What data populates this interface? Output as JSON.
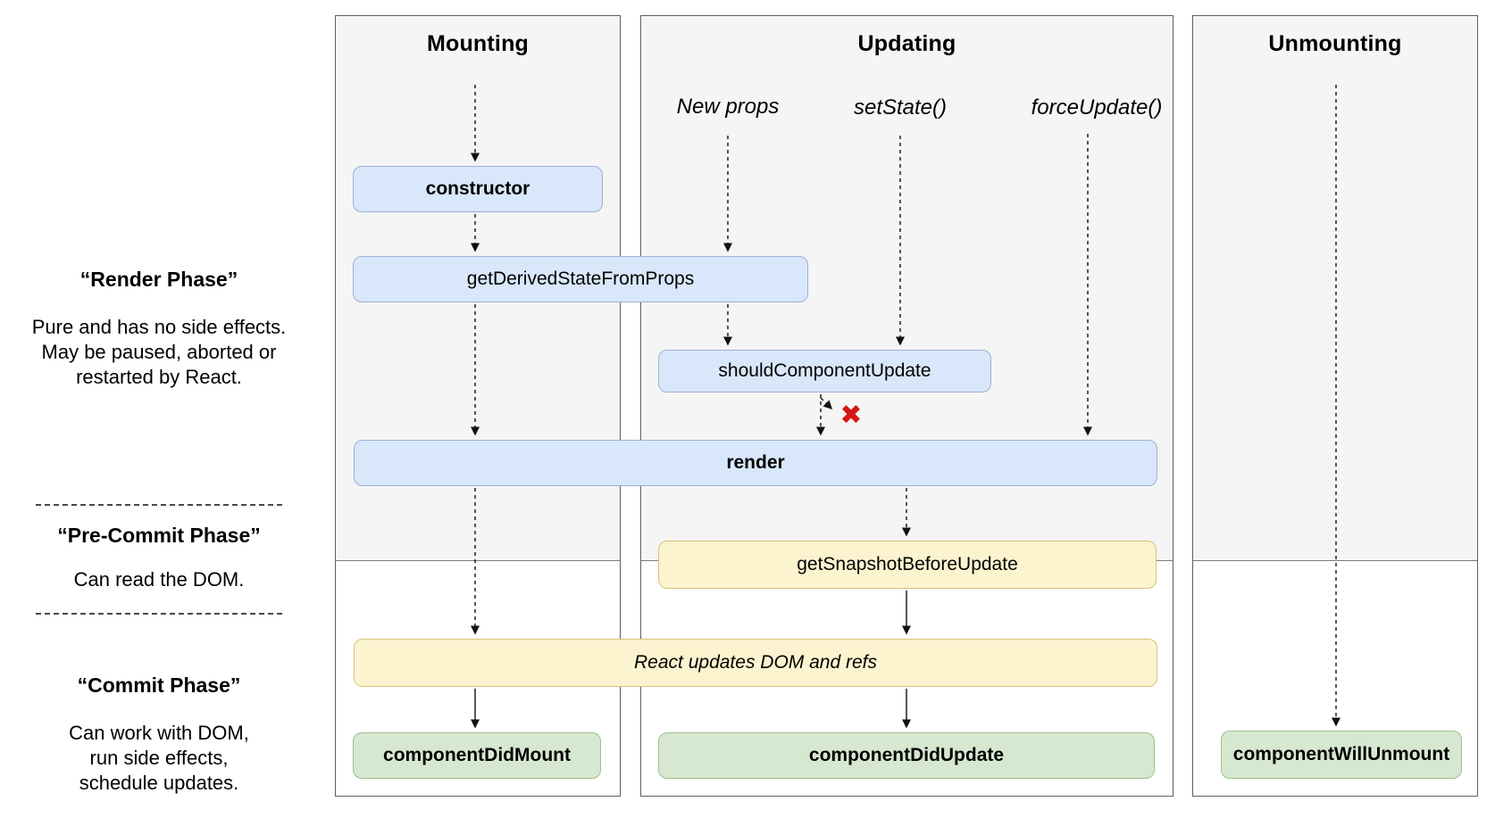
{
  "columns": {
    "mounting": "Mounting",
    "updating": "Updating",
    "unmounting": "Unmounting"
  },
  "triggers": {
    "new_props": "New props",
    "set_state": "setState()",
    "force_update": "forceUpdate()"
  },
  "nodes": {
    "ctor": "constructor",
    "get_derived": "getDerivedStateFromProps",
    "should_update": "shouldComponentUpdate",
    "render": "render",
    "get_snapshot": "getSnapshotBeforeUpdate",
    "react_updates": "React updates DOM and refs",
    "did_mount": "componentDidMount",
    "did_update": "componentDidUpdate",
    "will_unmount": "componentWillUnmount"
  },
  "annotations": {
    "render_phase": {
      "title": "“Render Phase”",
      "lines": [
        "Pure and has no side effects.",
        "May be paused, aborted or",
        "restarted by React."
      ]
    },
    "pre_commit_phase": {
      "title": "“Pre-Commit Phase”",
      "lines": [
        "Can read the DOM."
      ]
    },
    "commit_phase": {
      "title": "“Commit Phase”",
      "lines": [
        "Can work with DOM,",
        "run side effects,",
        "schedule updates."
      ]
    }
  },
  "marks": {
    "skip_render": "✖"
  },
  "colors": {
    "panel_background": "#f5f5f5",
    "panel_border": "#5f5f5f",
    "blue_fill": "#d9e7fa",
    "blue_border": "#9ab1d4",
    "yellow_fill": "#fcf3cf",
    "yellow_border": "#d8c37c",
    "green_fill": "#d7e8d1",
    "green_border": "#9cbf90",
    "cross_red": "#d51717",
    "text": "#000000"
  }
}
